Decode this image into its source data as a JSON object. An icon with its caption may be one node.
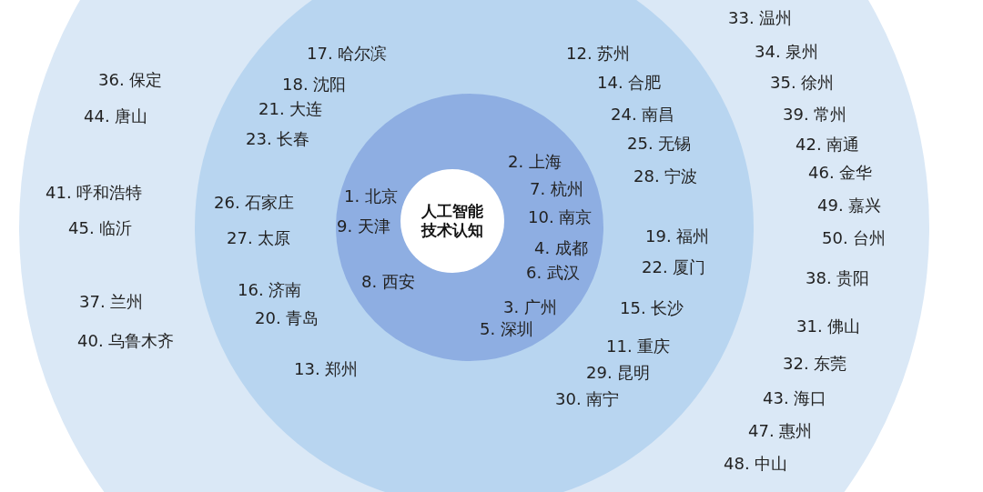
{
  "diagram": {
    "nodes": [
      {
        "text": [
          "36. 保定",
          "44. 唐山",
          "41. 呼和浩特",
          "45. 临沂",
          "37. 兰州",
          "40. 乌鲁木齐",
          "33. 温州",
          "34. 泉州",
          "35. 徐州",
          "39. 常州",
          "42. 南通",
          "46. 金华",
          "49. 嘉兴",
          "50. 台州",
          "38. 贵阳",
          "31. 佛山",
          "32. 东莞",
          "43. 海口",
          "47. 惠州",
          "48. 中山"
        ]
      },
      {
        "text": [
          "17. 哈尔滨",
          "18. 沈阳",
          "21. 大连",
          "23. 长春",
          "26. 石家庄",
          "27. 太原",
          "16. 济南",
          "20. 青岛",
          "13. 郑州",
          "12. 苏州",
          "14. 合肥",
          "24. 南昌",
          "25. 无锡",
          "28. 宁波",
          "19. 福州",
          "22. 厦门",
          "15. 长沙",
          "11. 重庆",
          "29. 昆明",
          "30. 南宁"
        ],
        "in": 0
      },
      {
        "text": [
          "1. 北京",
          "9. 天津",
          "8. 西安",
          "2. 上海",
          "7. 杭州",
          "10. 南京",
          "4. 成都",
          "6. 武汉",
          "3. 广州",
          "5. 深圳"
        ],
        "in": 1
      },
      {
        "text": [
          "人工智能技术认知"
        ],
        "in": 2
      }
    ]
  }
}
